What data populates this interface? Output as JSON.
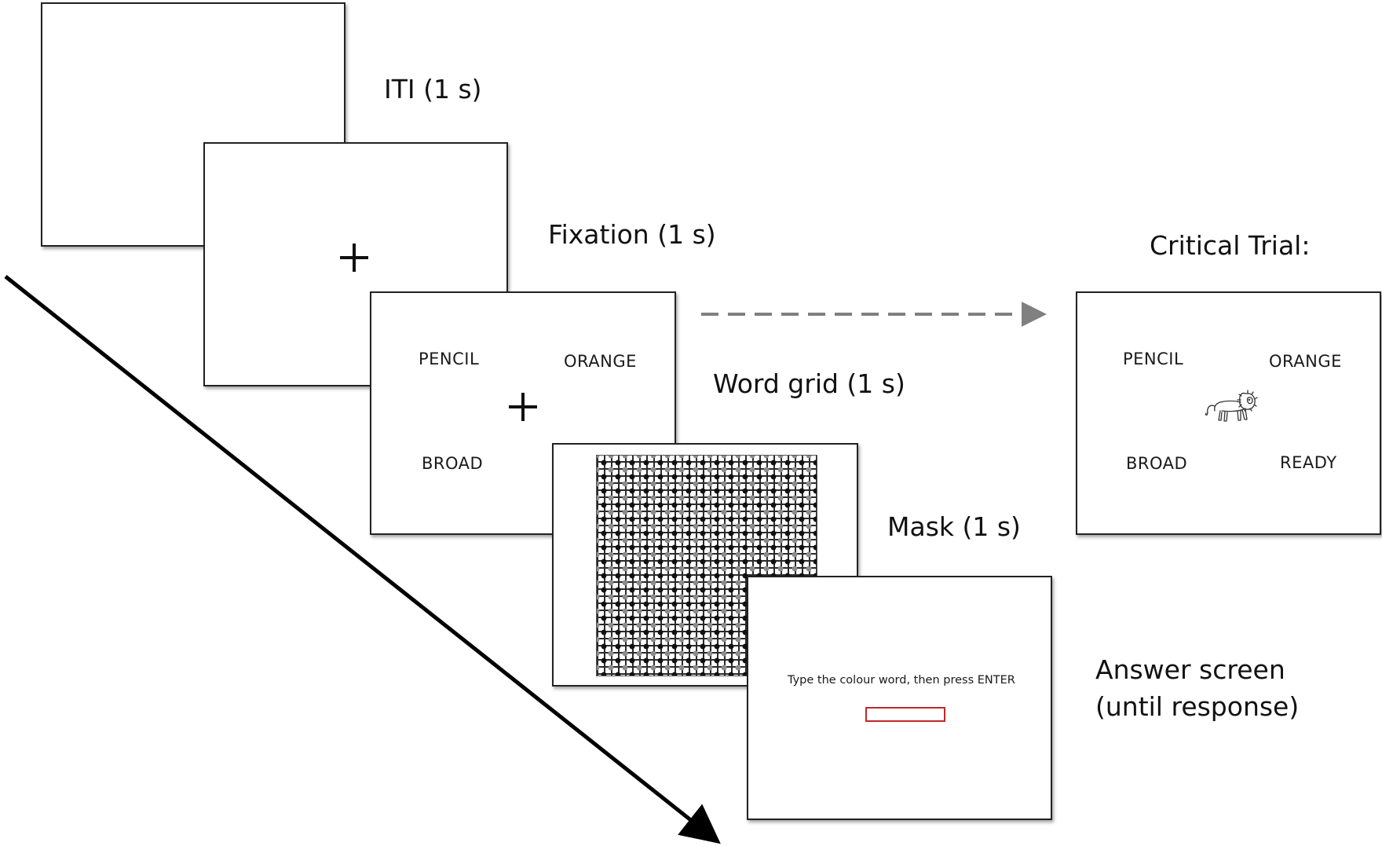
{
  "steps": {
    "iti": {
      "label": "ITI (1 s)"
    },
    "fixation": {
      "label": "Fixation (1 s)"
    },
    "word_grid": {
      "label": "Word grid (1 s)",
      "words": [
        "PENCIL",
        "ORANGE",
        "BROAD"
      ]
    },
    "mask": {
      "label": "Mask (1 s)"
    },
    "answer": {
      "label_line1": "Answer screen",
      "label_line2": "(until response)",
      "prompt": "Type the colour word, then press ENTER",
      "input_value": ""
    }
  },
  "critical_trial": {
    "title": "Critical Trial:",
    "words": [
      "PENCIL",
      "ORANGE",
      "BROAD",
      "READY"
    ],
    "image_icon": "lion-icon"
  },
  "colors": {
    "screen_border": "#222222",
    "time_arrow": "#000000",
    "dashed_arrow": "#808080",
    "answer_box_border": "#c0282a"
  }
}
